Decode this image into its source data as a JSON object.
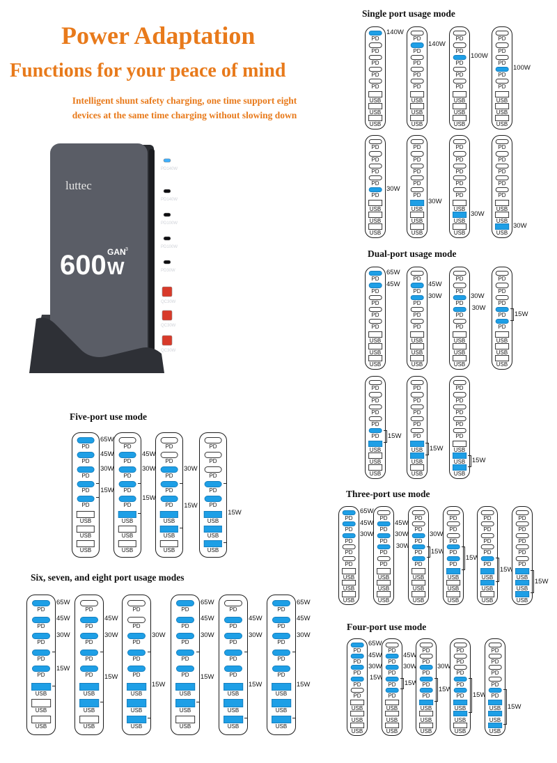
{
  "headline": {
    "title": "Power Adaptation",
    "subtitle": "Functions for your peace of mind",
    "description_line1": "Intelligent shunt safety charging, one time support eight",
    "description_line2": "devices at the same time charging without slowing down"
  },
  "product": {
    "brand": "luttec",
    "power": "600W",
    "power_number": "600",
    "power_unit": "W",
    "gan_label": "GAN",
    "gan_superscript": "3",
    "port_labels": [
      "PD140W",
      "PD140W",
      "PD100W",
      "PD100W",
      "PD30W",
      "QC30W",
      "QC30W",
      "QC30W"
    ]
  },
  "labels": {
    "pd": "PD",
    "usb": "USB"
  },
  "colors": {
    "headline": "#e87a1b",
    "active_port": "#1e9fe6",
    "outline": "#1a1a1a",
    "device_body": "#5a5d66",
    "stand": "#2e3036"
  },
  "sections": [
    {
      "title": "Single port usage mode",
      "columns": [
        {
          "active": [
            0
          ],
          "watts": [
            {
              "text": "140W"
            }
          ]
        },
        {
          "active": [
            1
          ],
          "watts": [
            {
              "text": "140W"
            }
          ]
        },
        {
          "active": [
            2
          ],
          "watts": [
            {
              "text": "100W"
            }
          ]
        },
        {
          "active": [
            3
          ],
          "watts": [
            {
              "text": "100W"
            }
          ]
        },
        {
          "active": [
            4
          ],
          "watts": [
            {
              "text": "30W"
            }
          ]
        },
        {
          "active": [
            5
          ],
          "watts": [
            {
              "text": "30W"
            }
          ]
        },
        {
          "active": [
            6
          ],
          "watts": [
            {
              "text": "30W"
            }
          ]
        },
        {
          "active": [
            7
          ],
          "watts": [
            {
              "text": "30W"
            }
          ]
        }
      ]
    },
    {
      "title": "Dual-port usage mode",
      "columns": [
        {
          "active": [
            0,
            1
          ],
          "watts": [
            {
              "text": "65W"
            },
            {
              "text": "45W"
            }
          ]
        },
        {
          "active": [
            1,
            2
          ],
          "watts": [
            {
              "text": "45W"
            },
            {
              "text": "30W"
            }
          ]
        },
        {
          "active": [
            2,
            3
          ],
          "watts": [
            {
              "text": "30W"
            },
            {
              "text": "30W"
            }
          ]
        },
        {
          "active": [
            3,
            4
          ],
          "watts": [
            {
              "text": "15W"
            }
          ]
        },
        {
          "active": [
            4,
            5
          ],
          "watts": [
            {
              "text": "15W"
            }
          ]
        },
        {
          "active": [
            5,
            6
          ],
          "watts": [
            {
              "text": "15W"
            }
          ]
        },
        {
          "active": [
            6,
            7
          ],
          "watts": [
            {
              "text": "15W"
            }
          ]
        }
      ]
    },
    {
      "title": "Five-port use mode",
      "columns": [
        {
          "active": [
            0,
            1,
            2,
            3,
            4
          ],
          "watts": [
            {
              "text": "65W"
            },
            {
              "text": "45W"
            },
            {
              "text": "30W"
            },
            {
              "text": "15W"
            }
          ]
        },
        {
          "active": [
            1,
            2,
            3,
            4,
            5
          ],
          "watts": [
            {
              "text": "45W"
            },
            {
              "text": "30W"
            },
            {
              "text": "15W"
            }
          ]
        },
        {
          "active": [
            2,
            3,
            4,
            5,
            6
          ],
          "watts": [
            {
              "text": "30W"
            },
            {
              "text": "15W"
            }
          ]
        },
        {
          "active": [
            3,
            4,
            5,
            6,
            7
          ],
          "watts": [
            {
              "text": "15W"
            }
          ]
        }
      ]
    },
    {
      "title": "Three-port use mode",
      "columns": [
        {
          "active": [
            0,
            1,
            2
          ],
          "watts": [
            {
              "text": "65W"
            },
            {
              "text": "45W"
            },
            {
              "text": "30W"
            }
          ]
        },
        {
          "active": [
            1,
            2,
            3
          ],
          "watts": [
            {
              "text": "45W"
            },
            {
              "text": "30W"
            },
            {
              "text": "30W"
            }
          ]
        },
        {
          "active": [
            2,
            3,
            4
          ],
          "watts": [
            {
              "text": "30W"
            },
            {
              "text": "15W"
            }
          ]
        },
        {
          "active": [
            3,
            4,
            5
          ],
          "watts": [
            {
              "text": "15W"
            }
          ]
        },
        {
          "active": [
            4,
            5,
            6
          ],
          "watts": [
            {
              "text": "15W"
            }
          ]
        },
        {
          "active": [
            5,
            6,
            7
          ],
          "watts": [
            {
              "text": "15W"
            }
          ]
        }
      ]
    },
    {
      "title": "Four-port use mode",
      "columns": [
        {
          "active": [
            0,
            1,
            2,
            3
          ],
          "watts": [
            {
              "text": "65W"
            },
            {
              "text": "45W"
            },
            {
              "text": "30W"
            },
            {
              "text": "15W"
            }
          ]
        },
        {
          "active": [
            1,
            2,
            3,
            4
          ],
          "watts": [
            {
              "text": "45W"
            },
            {
              "text": "30W"
            },
            {
              "text": "15W"
            }
          ]
        },
        {
          "active": [
            2,
            3,
            4,
            5
          ],
          "watts": [
            {
              "text": "30W"
            },
            {
              "text": "15W"
            }
          ]
        },
        {
          "active": [
            3,
            4,
            5,
            6
          ],
          "watts": [
            {
              "text": "15W"
            }
          ]
        },
        {
          "active": [
            4,
            5,
            6,
            7
          ],
          "watts": [
            {
              "text": "15W"
            }
          ]
        }
      ]
    },
    {
      "title": "Six, seven, and eight port usage modes",
      "columns": [
        {
          "active": [
            0,
            1,
            2,
            3,
            4,
            5
          ],
          "watts": [
            {
              "text": "65W"
            },
            {
              "text": "45W"
            },
            {
              "text": "30W"
            },
            {
              "text": "15W"
            }
          ]
        },
        {
          "active": [
            1,
            2,
            3,
            4,
            5,
            6
          ],
          "watts": [
            {
              "text": "45W"
            },
            {
              "text": "30W"
            },
            {
              "text": "15W"
            }
          ]
        },
        {
          "active": [
            2,
            3,
            4,
            5,
            6,
            7
          ],
          "watts": [
            {
              "text": "30W"
            },
            {
              "text": "15W"
            }
          ]
        },
        {
          "active": [
            0,
            1,
            2,
            3,
            4,
            5,
            6
          ],
          "watts": [
            {
              "text": "65W"
            },
            {
              "text": "45W"
            },
            {
              "text": "30W"
            },
            {
              "text": "15W"
            }
          ]
        },
        {
          "active": [
            1,
            2,
            3,
            4,
            5,
            6,
            7
          ],
          "watts": [
            {
              "text": "45W"
            },
            {
              "text": "30W"
            },
            {
              "text": "15W"
            }
          ]
        },
        {
          "active": [
            0,
            1,
            2,
            3,
            4,
            5,
            6,
            7
          ],
          "watts": [
            {
              "text": "65W"
            },
            {
              "text": "45W"
            },
            {
              "text": "30W"
            },
            {
              "text": "15W"
            }
          ]
        }
      ]
    }
  ]
}
